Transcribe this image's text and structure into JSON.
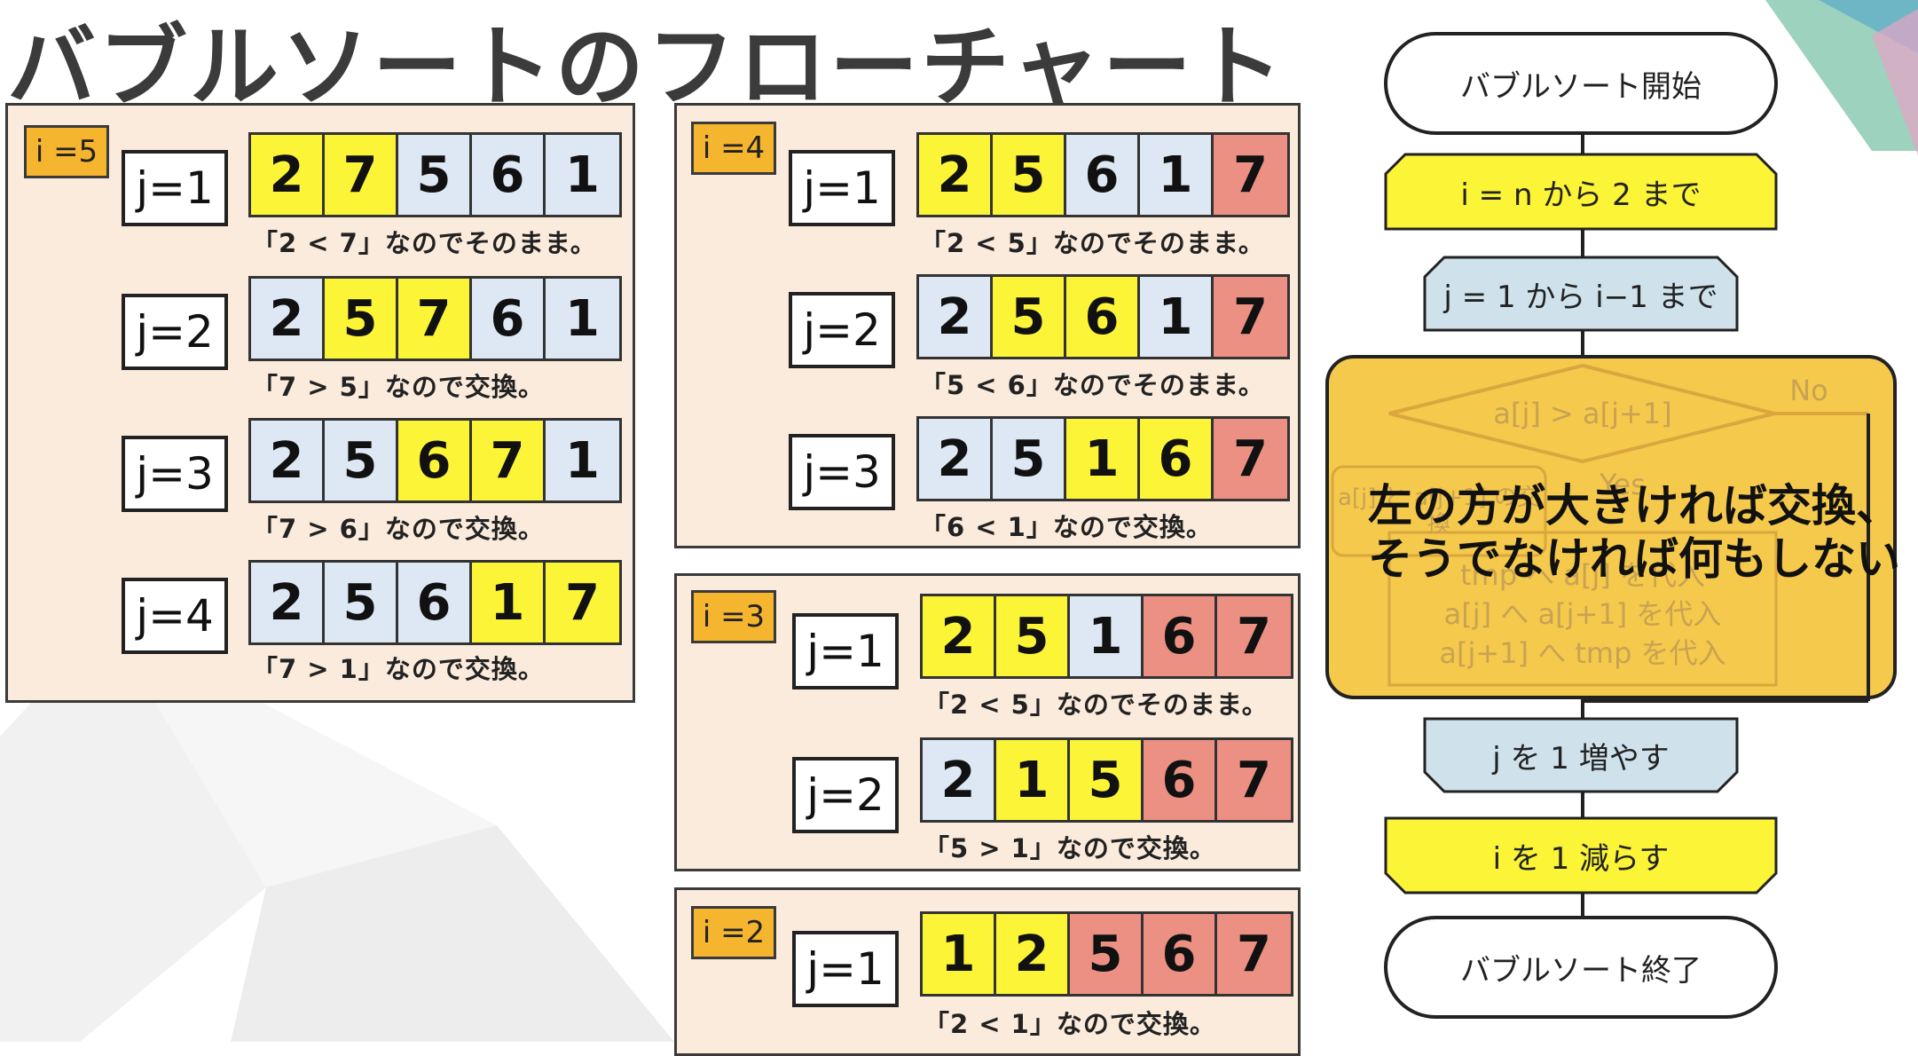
{
  "title": "バブルソートのフローチャート",
  "colors": {
    "compare": "#fbf437",
    "unsorted": "#dde8f4",
    "sorted": "#ec9083",
    "panel": "#fbebdc",
    "i_label": "#f5b52e",
    "flow_loop_i": "#fbf437",
    "flow_loop_j": "#cfe2ec",
    "highlight": "#f5c94b"
  },
  "passes": [
    {
      "i_label": "i =5",
      "steps": [
        {
          "j_label": "j=1",
          "cells": [
            "2",
            "7",
            "5",
            "6",
            "1"
          ],
          "note": "「2 < 7」なのでそのまま。"
        },
        {
          "j_label": "j=2",
          "cells": [
            "2",
            "5",
            "7",
            "6",
            "1"
          ],
          "note": "「7 > 5」なので交換。"
        },
        {
          "j_label": "j=3",
          "cells": [
            "2",
            "5",
            "6",
            "7",
            "1"
          ],
          "note": "「7 > 6」なので交換。"
        },
        {
          "j_label": "j=4",
          "cells": [
            "2",
            "5",
            "6",
            "1",
            "7"
          ],
          "note": "「7 > 1」なので交換。"
        }
      ]
    },
    {
      "i_label": "i =4",
      "steps": [
        {
          "j_label": "j=1",
          "cells": [
            "2",
            "5",
            "6",
            "1",
            "7"
          ],
          "note": "「2 < 5」なのでそのまま。"
        },
        {
          "j_label": "j=2",
          "cells": [
            "2",
            "5",
            "6",
            "1",
            "7"
          ],
          "note": "「5 < 6」なのでそのまま。"
        },
        {
          "j_label": "j=3",
          "cells": [
            "2",
            "5",
            "1",
            "6",
            "7"
          ],
          "note": "「6 < 1」なので交換。"
        }
      ]
    },
    {
      "i_label": "i =3",
      "steps": [
        {
          "j_label": "j=1",
          "cells": [
            "2",
            "5",
            "1",
            "6",
            "7"
          ],
          "note": "「2 < 5」なのでそのまま。"
        },
        {
          "j_label": "j=2",
          "cells": [
            "2",
            "1",
            "5",
            "6",
            "7"
          ],
          "note": "「5 > 1」なので交換。"
        }
      ]
    },
    {
      "i_label": "i =2",
      "steps": [
        {
          "j_label": "j=1",
          "cells": [
            "1",
            "2",
            "5",
            "6",
            "7"
          ],
          "note": "「2 < 1」なので交換。"
        }
      ]
    }
  ],
  "flowchart": {
    "start": "バブルソート開始",
    "loop_i": "i = n から 2 まで",
    "loop_j": "j = 1 から i−1 まで",
    "condition": "a[j] > a[j+1]",
    "no_label": "No",
    "yes_label": "Yes",
    "swap_title": "a[j] と a[j+1] の交換",
    "swap_lines": [
      "tmp へ a[j] を代入",
      "a[j] へ a[j+1] を代入",
      "a[j+1] へ tmp を代入"
    ],
    "increment_j": "j を 1 増やす",
    "decrement_i": "i を 1 減らす",
    "end": "バブルソート終了",
    "overlay_lines": [
      "左の方が大きければ交換、",
      "そうでなければ何もしない"
    ]
  }
}
